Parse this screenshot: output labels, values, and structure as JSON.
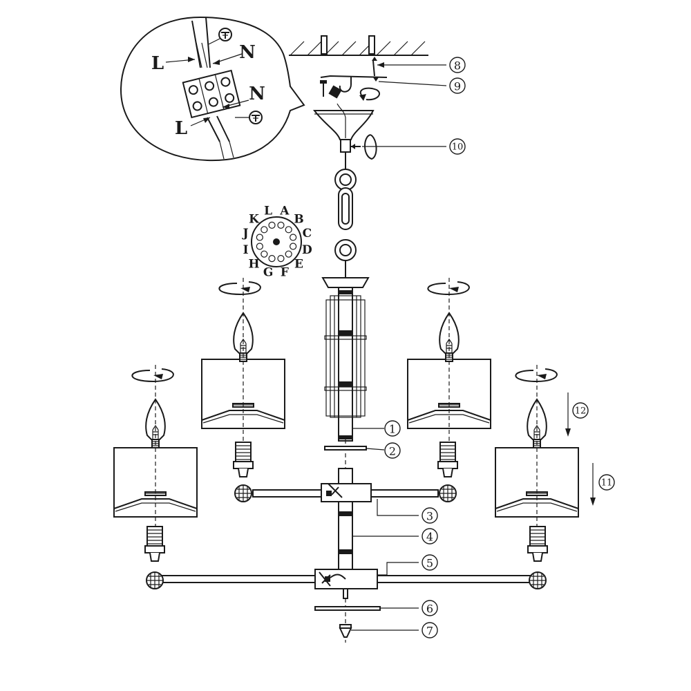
{
  "wiring": {
    "live_label_top": "L",
    "neutral_label_top": "N",
    "neutral_label_bottom": "N",
    "live_label_bottom": "L"
  },
  "position_ring": [
    "A",
    "B",
    "C",
    "D",
    "E",
    "F",
    "G",
    "H",
    "I",
    "J",
    "K",
    "L"
  ],
  "callouts": [
    {
      "id": "callout-1",
      "label": "1"
    },
    {
      "id": "callout-2",
      "label": "2"
    },
    {
      "id": "callout-3",
      "label": "3"
    },
    {
      "id": "callout-4",
      "label": "4"
    },
    {
      "id": "callout-5",
      "label": "5"
    },
    {
      "id": "callout-6",
      "label": "6"
    },
    {
      "id": "callout-7",
      "label": "7"
    },
    {
      "id": "callout-8",
      "label": "8"
    },
    {
      "id": "callout-9",
      "label": "9"
    },
    {
      "id": "callout-10",
      "label": "10"
    },
    {
      "id": "callout-11",
      "label": "11"
    },
    {
      "id": "callout-12",
      "label": "12"
    }
  ],
  "icons": [
    "ground-symbol-icon",
    "rotate-arrow-icon",
    "down-arrow-icon",
    "candle-bulb-icon"
  ]
}
